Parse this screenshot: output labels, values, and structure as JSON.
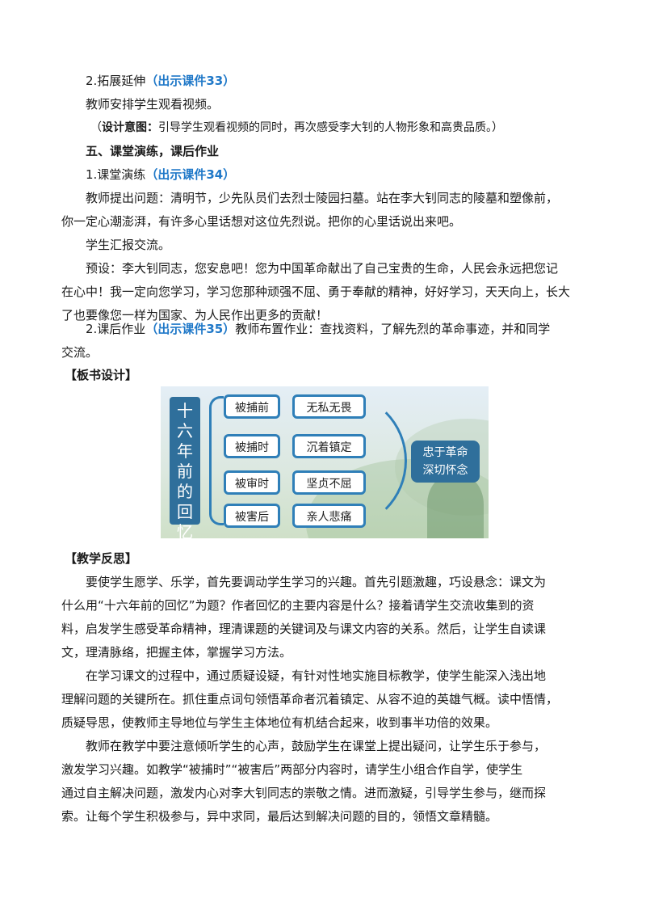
{
  "section1": {
    "ext_title": "2.拓展延伸",
    "ext_ref": "（出示课件33）",
    "ext_body": "教师安排学生观看视频。",
    "design_open": "（",
    "design_label": "设计意图：",
    "design_text": "引导学生观看视频的同时，再次感受李大钊的人物形象和高贵品质。）"
  },
  "section2": {
    "heading": "五、课堂演练，课后作业",
    "practice_title": "1.课堂演练",
    "practice_ref": "（出示课件34）",
    "practice_lines": [
      "教师提出问题：清明节，少先队员们去烈士陵园扫墓。站在李大钊同志的陵墓和塑像前，",
      "你一定心潮澎湃，有许多心里话想对这位先烈说。把你的心里话说出来吧。"
    ],
    "report": "学生汇报交流。",
    "preset_lines": [
      "预设：李大钊同志，您安息吧！您为中国革命献出了自己宝贵的生命，人民会永远把您记",
      "在心中！我一定向您学习，学习您那种顽强不屈、勇于奉献的精神，好好学习，天天向上，长大",
      "了也要像您一样为国家、为人民作出更多的贡献！"
    ],
    "homework_title": "2.课后作业",
    "homework_ref": "（出示课件35）",
    "homework_text": "教师布置作业：查找资料，了解先烈的革命事迹，并和同学",
    "homework_cont": "交流。"
  },
  "board": {
    "heading": "【板书设计】",
    "title_chars": [
      "十",
      "六",
      "年",
      "前",
      "的",
      "回",
      "忆"
    ],
    "left_items": [
      "被捕前",
      "被捕时",
      "被审时",
      "被害后"
    ],
    "right_items": [
      "无私无畏",
      "沉着镇定",
      "坚贞不屈",
      "亲人悲痛"
    ],
    "result_lines": [
      "忠于革命",
      "深切怀念"
    ]
  },
  "reflection": {
    "heading": "【教学反思】",
    "p1": [
      "要使学生愿学、乐学，首先要调动学生学习的兴趣。首先引题激趣，巧设悬念：课文为",
      "什么用“十六年前的回忆”为题？作者回忆的主要内容是什么？接着请学生交流收集到的资",
      "料，启发学生感受革命精神，理清课题的关键词及与课文内容的关系。然后，让学生自读课",
      "文，理清脉络，把握主体，掌握学习方法。"
    ],
    "p2": [
      "在学习课文的过程中，通过质疑设疑，有针对性地实施目标教学，使学生能深入浅出地",
      "理解问题的关键所在。抓住重点词句领悟革命者沉着镇定、从容不迫的英雄气概。读中悟情，",
      "质疑导思，使教师主导地位与学生主体地位有机结合起来，收到事半功倍的效果。"
    ],
    "p3": [
      "教师在教学中要注意倾听学生的心声，鼓励学生在课堂上提出疑问，让学生乐于参与，",
      "激发学习兴趣。如教学“被捕时”“被害后”两部分内容时，请学生小组合作自学，使学生",
      "通过自主解决问题，激发内心对李大钊同志的崇敬之情。进而激疑，引导学生参与，继而探",
      "索。让每个学生积极参与，异中求同，最后达到解决问题的目的，领悟文章精髓。"
    ]
  }
}
